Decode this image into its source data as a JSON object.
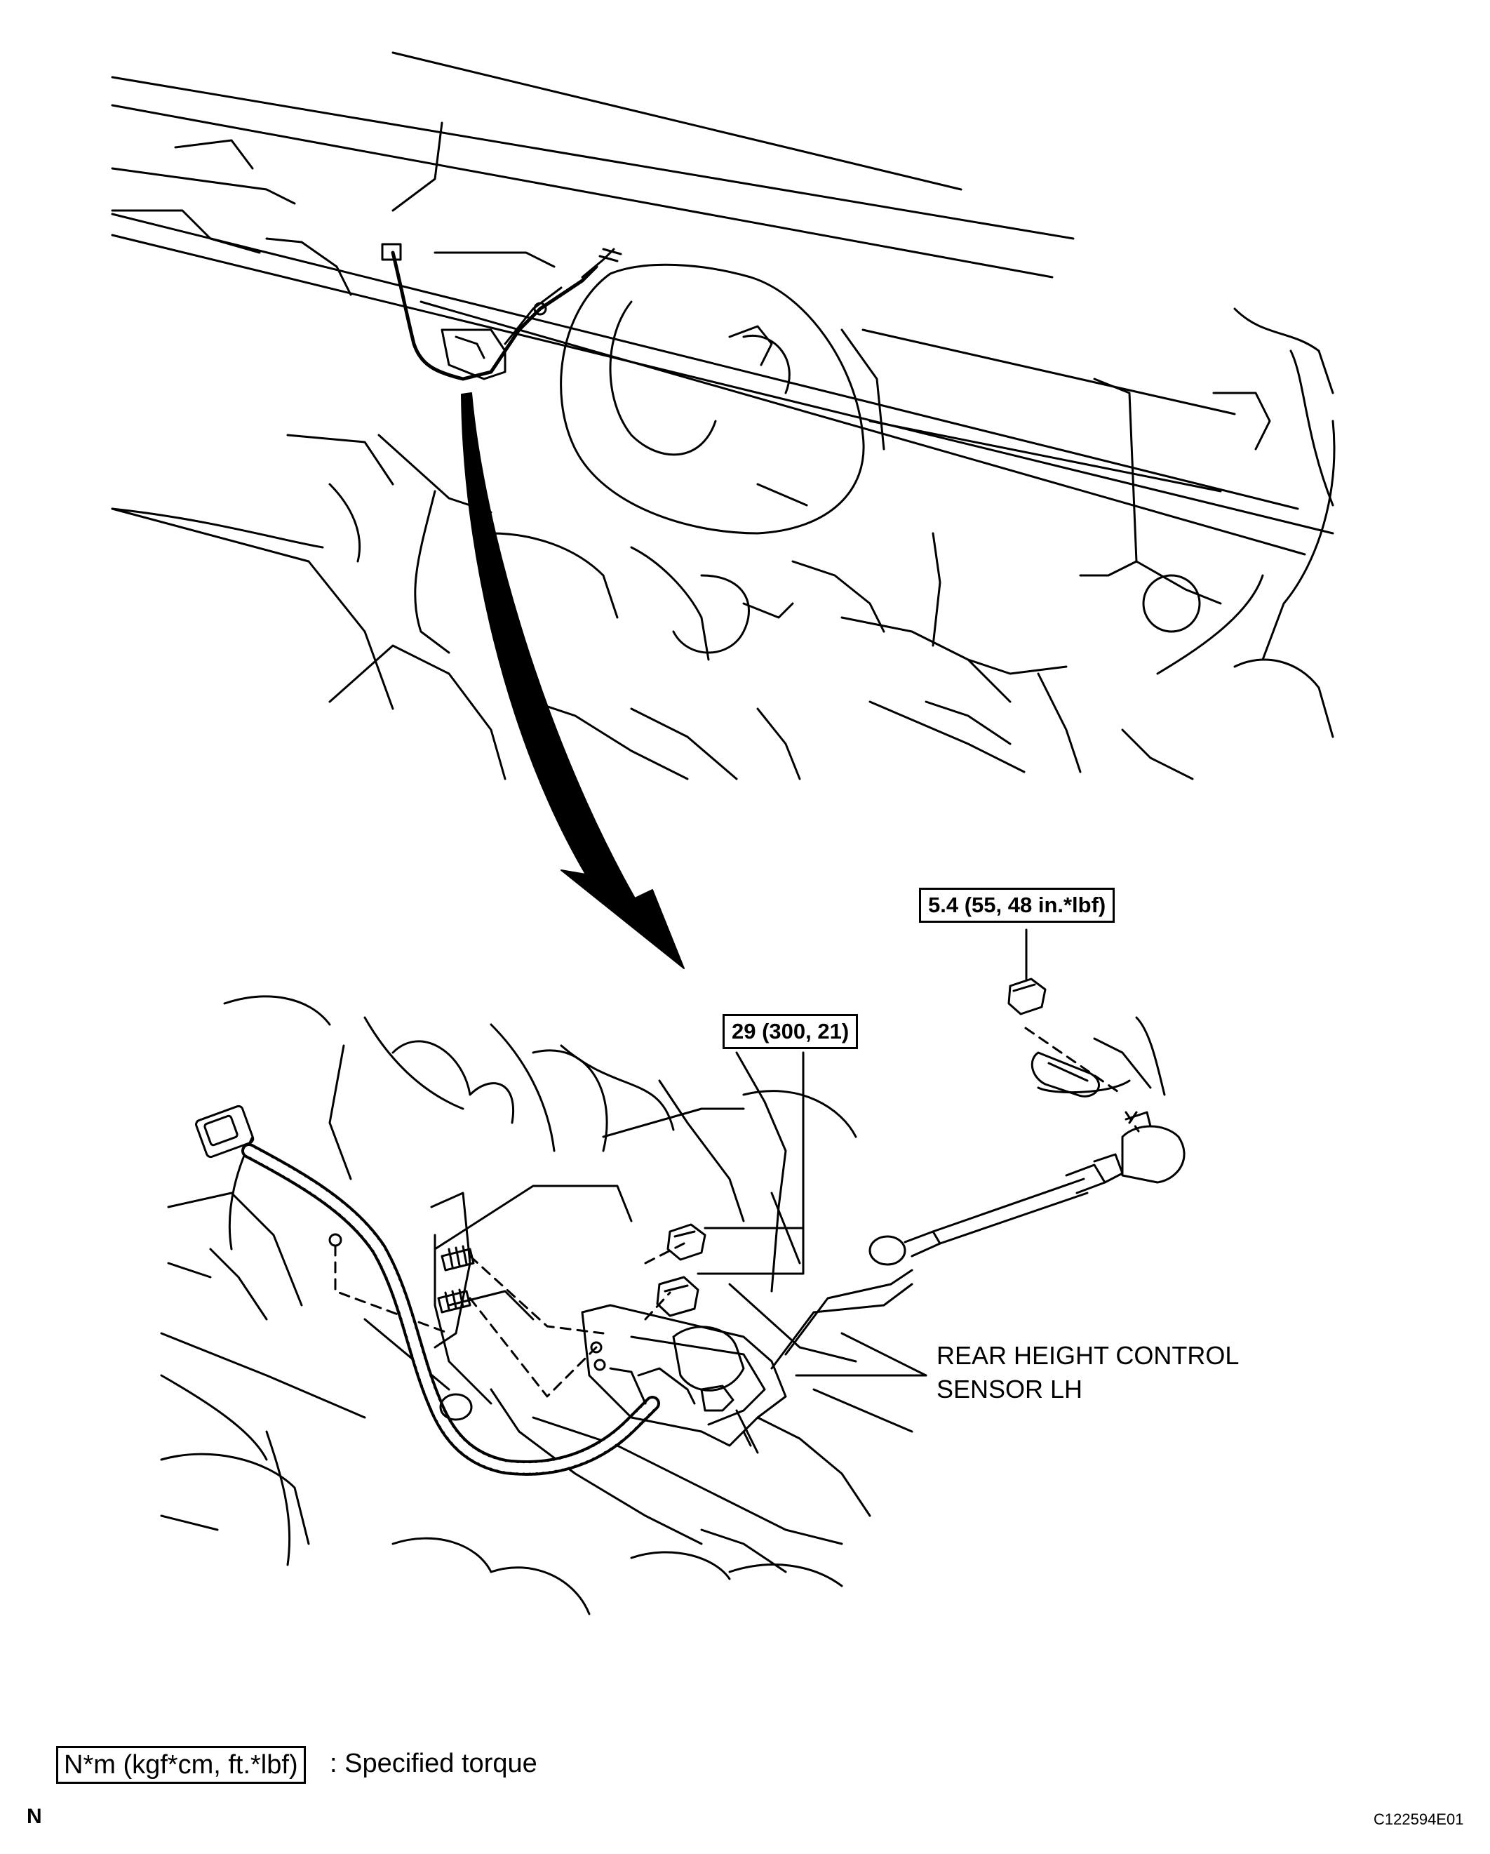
{
  "callouts": {
    "torque_nut_upper": "5.4 (55, 48 in.*lbf)",
    "torque_nuts_sensor": "29 (300, 21)",
    "sensor_line1": "REAR HEIGHT CONTROL",
    "sensor_line2": "SENSOR LH"
  },
  "legend": {
    "box_text": "N*m (kgf*cm, ft.*lbf)",
    "description": ": Specified torque"
  },
  "footer": {
    "corner_letter": "N",
    "figure_id": "C122594E01"
  }
}
